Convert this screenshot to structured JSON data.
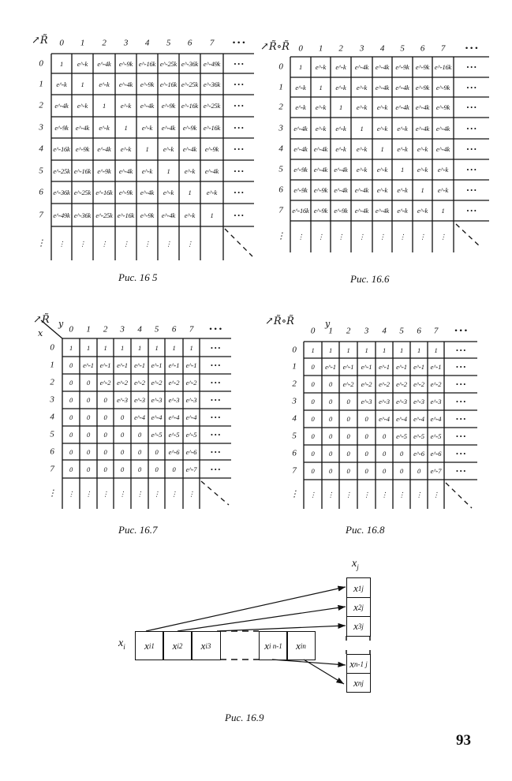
{
  "figures": [
    {
      "id": "fig-16-5",
      "caption": "Рис. 16 5",
      "corner": "R̃",
      "axis_x": "",
      "axis_y": "",
      "col_labels": [
        "0",
        "1",
        "2",
        "3",
        "4",
        "5",
        "6",
        "7",
        "• • •"
      ],
      "row_labels": [
        "0",
        "1",
        "2",
        "3",
        "4",
        "5",
        "6",
        "7",
        "⋮"
      ],
      "rows": [
        [
          "1",
          "e^-k",
          "e^-4k",
          "e^-9k",
          "e^-16k",
          "e^-25k",
          "e^-36k",
          "e^-49k",
          "• • •"
        ],
        [
          "e^-k",
          "1",
          "e^-k",
          "e^-4k",
          "e^-9k",
          "e^-16k",
          "e^-25k",
          "e^-36k",
          "• • •"
        ],
        [
          "e^-4k",
          "e^-k",
          "1",
          "e^-k",
          "e^-4k",
          "e^-9k",
          "e^-16k",
          "e^-25k",
          "• • •"
        ],
        [
          "e^-9k",
          "e^-4k",
          "e^-k",
          "1",
          "e^-k",
          "e^-4k",
          "e^-9k",
          "e^-16k",
          "• • •"
        ],
        [
          "e^-16k",
          "e^-9k",
          "e^-4k",
          "e^-k",
          "1",
          "e^-k",
          "e^-4k",
          "e^-9k",
          "• • •"
        ],
        [
          "e^-25k",
          "e^-16k",
          "e^-9k",
          "e^-4k",
          "e^-k",
          "1",
          "e^-k",
          "e^-4k",
          "• • •"
        ],
        [
          "e^-36k",
          "e^-25k",
          "e^-16k",
          "e^-9k",
          "e^-4k",
          "e^-k",
          "1",
          "e^-k",
          "• • •"
        ],
        [
          "e^-49k",
          "e^-36k",
          "e^-25k",
          "e^-16k",
          "e^-9k",
          "e^-4k",
          "e^-k",
          "1",
          "• • •"
        ],
        [
          "⋮",
          "⋮",
          "⋮",
          "⋮",
          "⋮",
          "⋮",
          "⋮",
          "",
          ""
        ]
      ]
    },
    {
      "id": "fig-16-6",
      "caption": "Рис. 16.6",
      "corner": "R̃∘R̃",
      "axis_x": "",
      "axis_y": "",
      "col_labels": [
        "0",
        "1",
        "2",
        "3",
        "4",
        "5",
        "6",
        "7",
        "• • •"
      ],
      "row_labels": [
        "0",
        "1",
        "2",
        "3",
        "4",
        "5",
        "6",
        "7",
        "⋮"
      ],
      "rows": [
        [
          "1",
          "e^-k",
          "e^-k",
          "e^-4k",
          "e^-4k",
          "e^-9k",
          "e^-9k",
          "e^-16k",
          "• • •"
        ],
        [
          "e^-k",
          "1",
          "e^-k",
          "e^-k",
          "e^-4k",
          "e^-4k",
          "e^-9k",
          "e^-9k",
          "• • •"
        ],
        [
          "e^-k",
          "e^-k",
          "1",
          "e^-k",
          "e^-k",
          "e^-4k",
          "e^-4k",
          "e^-9k",
          "• • •"
        ],
        [
          "e^-4k",
          "e^-k",
          "e^-k",
          "1",
          "e^-k",
          "e^-k",
          "e^-4k",
          "e^-4k",
          "• • •"
        ],
        [
          "e^-4k",
          "e^-4k",
          "e^-k",
          "e^-k",
          "1",
          "e^-k",
          "e^-k",
          "e^-4k",
          "• • •"
        ],
        [
          "e^-9k",
          "e^-4k",
          "e^-4k",
          "e^-k",
          "e^-k",
          "1",
          "e^-k",
          "e^-k",
          "• • •"
        ],
        [
          "e^-9k",
          "e^-9k",
          "e^-4k",
          "e^-4k",
          "e^-k",
          "e^-k",
          "1",
          "e^-k",
          "• • •"
        ],
        [
          "e^-16k",
          "e^-9k",
          "e^-9k",
          "e^-4k",
          "e^-4k",
          "e^-k",
          "e^-k",
          "1",
          "• • •"
        ],
        [
          "⋮",
          "⋮",
          "⋮",
          "⋮",
          "⋮",
          "⋮",
          "⋮",
          "⋮",
          ""
        ]
      ]
    },
    {
      "id": "fig-16-7",
      "caption": "Рис. 16.7",
      "corner": "R̃",
      "axis_x": "x",
      "axis_y": "y",
      "col_labels": [
        "0",
        "1",
        "2",
        "3",
        "4",
        "5",
        "6",
        "7",
        "• • •"
      ],
      "row_labels": [
        "0",
        "1",
        "2",
        "3",
        "4",
        "5",
        "6",
        "7",
        "⋮"
      ],
      "rows": [
        [
          "1",
          "1",
          "1",
          "1",
          "1",
          "1",
          "1",
          "1",
          "• • •"
        ],
        [
          "0",
          "e^-1",
          "e^-1",
          "e^-1",
          "e^-1",
          "e^-1",
          "e^-1",
          "e^-1",
          "• • •"
        ],
        [
          "0",
          "0",
          "e^-2",
          "e^-2",
          "e^-2",
          "e^-2",
          "e^-2",
          "e^-2",
          "• • •"
        ],
        [
          "0",
          "0",
          "0",
          "e^-3",
          "e^-3",
          "e^-3",
          "e^-3",
          "e^-3",
          "• • •"
        ],
        [
          "0",
          "0",
          "0",
          "0",
          "e^-4",
          "e^-4",
          "e^-4",
          "e^-4",
          "• • •"
        ],
        [
          "0",
          "0",
          "0",
          "0",
          "0",
          "e^-5",
          "e^-5",
          "e^-5",
          "• • •"
        ],
        [
          "0",
          "0",
          "0",
          "0",
          "0",
          "0",
          "e^-6",
          "e^-6",
          "• • •"
        ],
        [
          "0",
          "0",
          "0",
          "0",
          "0",
          "0",
          "0",
          "e^-7",
          "• • •"
        ],
        [
          "⋮",
          "⋮",
          "⋮",
          "⋮",
          "⋮",
          "⋮",
          "⋮",
          "⋮",
          ""
        ]
      ]
    },
    {
      "id": "fig-16-8",
      "caption": "Рис. 16.8",
      "corner": "R̃∘R̃",
      "axis_x": "",
      "axis_y": "y",
      "col_labels": [
        "0",
        "1",
        "2",
        "3",
        "4",
        "5",
        "6",
        "7",
        "• • •"
      ],
      "row_labels": [
        "0",
        "1",
        "2",
        "3",
        "4",
        "5",
        "6",
        "7",
        "⋮"
      ],
      "rows": [
        [
          "1",
          "1",
          "1",
          "1",
          "1",
          "1",
          "1",
          "1",
          "• • •"
        ],
        [
          "0",
          "e^-1",
          "e^-1",
          "e^-1",
          "e^-1",
          "e^-1",
          "e^-1",
          "e^-1",
          "• • •"
        ],
        [
          "0",
          "0",
          "e^-2",
          "e^-2",
          "e^-2",
          "e^-2",
          "e^-2",
          "e^-2",
          "• • •"
        ],
        [
          "0",
          "0",
          "0",
          "e^-3",
          "e^-3",
          "e^-3",
          "e^-3",
          "e^-3",
          "• • •"
        ],
        [
          "0",
          "0",
          "0",
          "0",
          "e^-4",
          "e^-4",
          "e^-4",
          "e^-4",
          "• • •"
        ],
        [
          "0",
          "0",
          "0",
          "0",
          "0",
          "e^-5",
          "e^-5",
          "e^-5",
          "• • •"
        ],
        [
          "0",
          "0",
          "0",
          "0",
          "0",
          "0",
          "e^-6",
          "e^-6",
          "• • •"
        ],
        [
          "0",
          "0",
          "0",
          "0",
          "0",
          "0",
          "0",
          "e^-7",
          "• • •"
        ],
        [
          "⋮",
          "⋮",
          "⋮",
          "⋮",
          "⋮",
          "⋮",
          "⋮",
          "⋮",
          ""
        ]
      ]
    }
  ],
  "diagram": {
    "caption": "Рис. 16.9",
    "row_label": {
      "base": "x",
      "sub": "i"
    },
    "col_label": {
      "base": "x",
      "sub": "j"
    },
    "row_cells": [
      {
        "base": "x",
        "sub": "i1"
      },
      {
        "base": "x",
        "sub": "i2"
      },
      {
        "base": "x",
        "sub": "i3"
      },
      {
        "base": "x",
        "sub": "i n-1"
      },
      {
        "base": "x",
        "sub": "in"
      }
    ],
    "col_cells": [
      {
        "base": "x",
        "sub": "1j"
      },
      {
        "base": "x",
        "sub": "2j"
      },
      {
        "base": "x",
        "sub": "3j"
      },
      {
        "base": "x",
        "sub": "n-1 j"
      },
      {
        "base": "x",
        "sub": "nj"
      }
    ]
  },
  "page_number": "93"
}
